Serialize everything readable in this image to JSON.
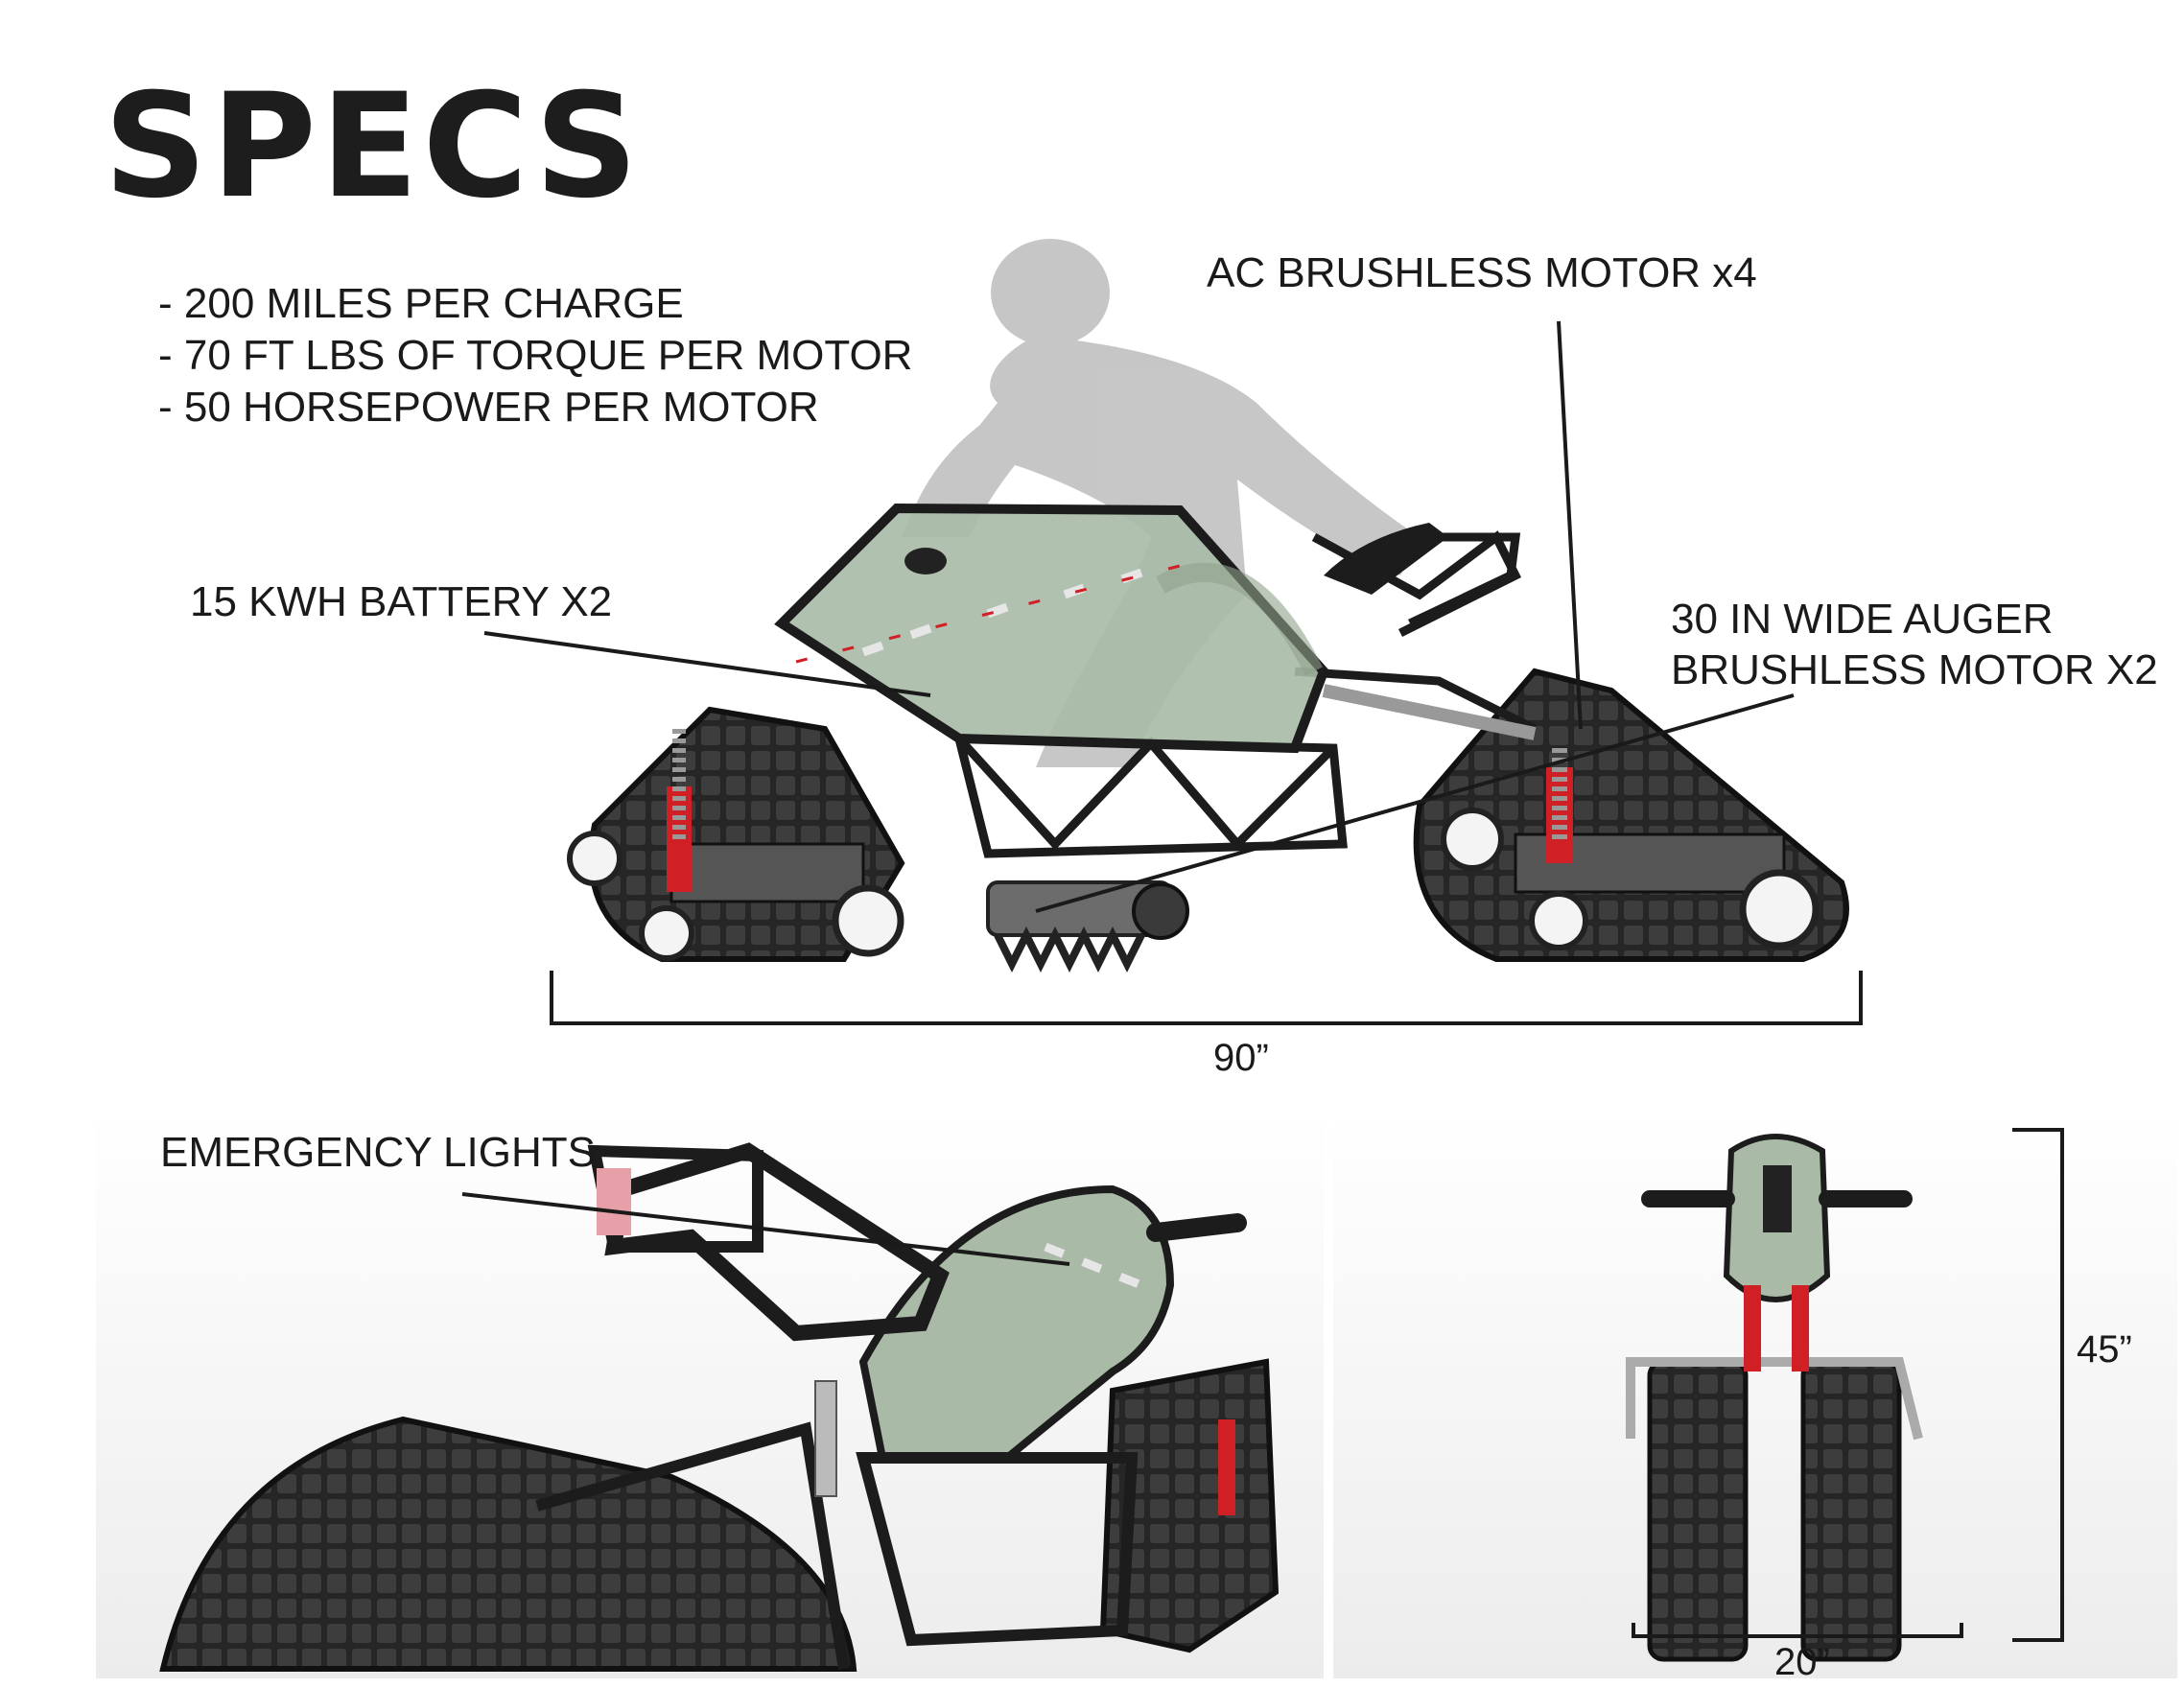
{
  "page": {
    "title": "SPECS",
    "spec_list": [
      "- 200 MILES PER CHARGE",
      "- 70 FT LBS OF TORQUE PER MOTOR",
      "- 50 HORSEPOWER PER MOTOR"
    ]
  },
  "callouts": {
    "motor": "AC BRUSHLESS MOTOR x4",
    "battery": "15 KWH BATTERY X2",
    "auger_line1": "30 IN WIDE AUGER",
    "auger_line2": "BRUSHLESS MOTOR X2",
    "lights": "EMERGENCY LIGHTS"
  },
  "dimensions": {
    "length": "90”",
    "height": "45”",
    "width": "20”"
  },
  "colors": {
    "body_green": "#a9baa6",
    "frame": "#1c1c1c",
    "spring_red": "#d11f26",
    "rider_gray": "#b5b5b5",
    "light_pink": "#e8a0a8"
  }
}
